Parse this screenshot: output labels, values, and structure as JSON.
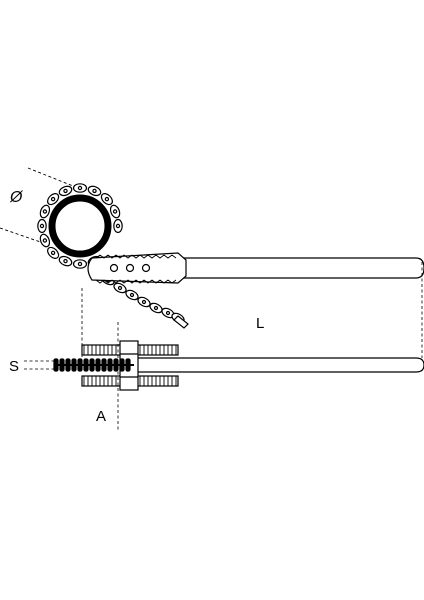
{
  "labels": {
    "diameter": "Ø",
    "length": "L",
    "span": "S",
    "axis": "A"
  }
}
